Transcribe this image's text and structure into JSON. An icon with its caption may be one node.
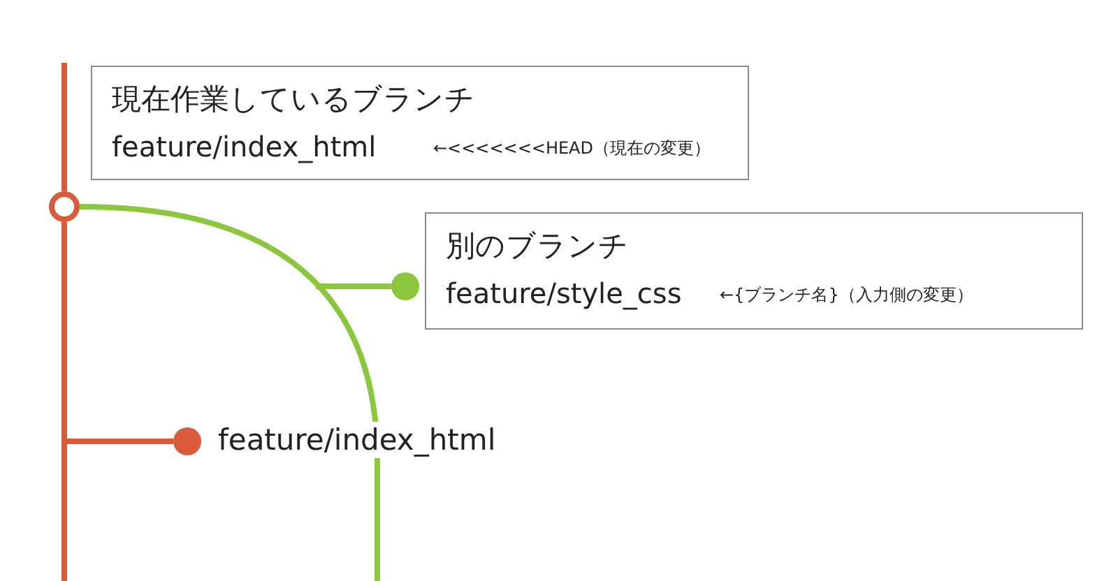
{
  "diagram": {
    "nodes": [
      {
        "text": [
          "現在作業しているブランチ",
          "feature/index_html",
          "←<<<<<<<HEAD（現在の変更）"
        ]
      },
      {
        "text": [
          "別のブランチ",
          "feature/style_css",
          "←{ブランチ名}（入力側の変更）"
        ]
      },
      {
        "text": [],
        "shape": "circle"
      },
      {
        "text": [],
        "shape": "circle"
      },
      {
        "text": [],
        "shape": "circle",
        "beside": [
          "feature/index_html"
        ]
      }
    ],
    "edges": [
      {
        "from": null,
        "to": 2,
        "arrow": "none"
      },
      {
        "from": 2,
        "to": null,
        "arrow": "none"
      },
      {
        "from": 2,
        "to": null,
        "arrow": "none",
        "color": "#8cc63f"
      },
      {
        "from": null,
        "to": 3,
        "arrow": "none",
        "color": "#8cc63f"
      },
      {
        "from": null,
        "to": 4,
        "arrow": "none"
      }
    ]
  }
}
